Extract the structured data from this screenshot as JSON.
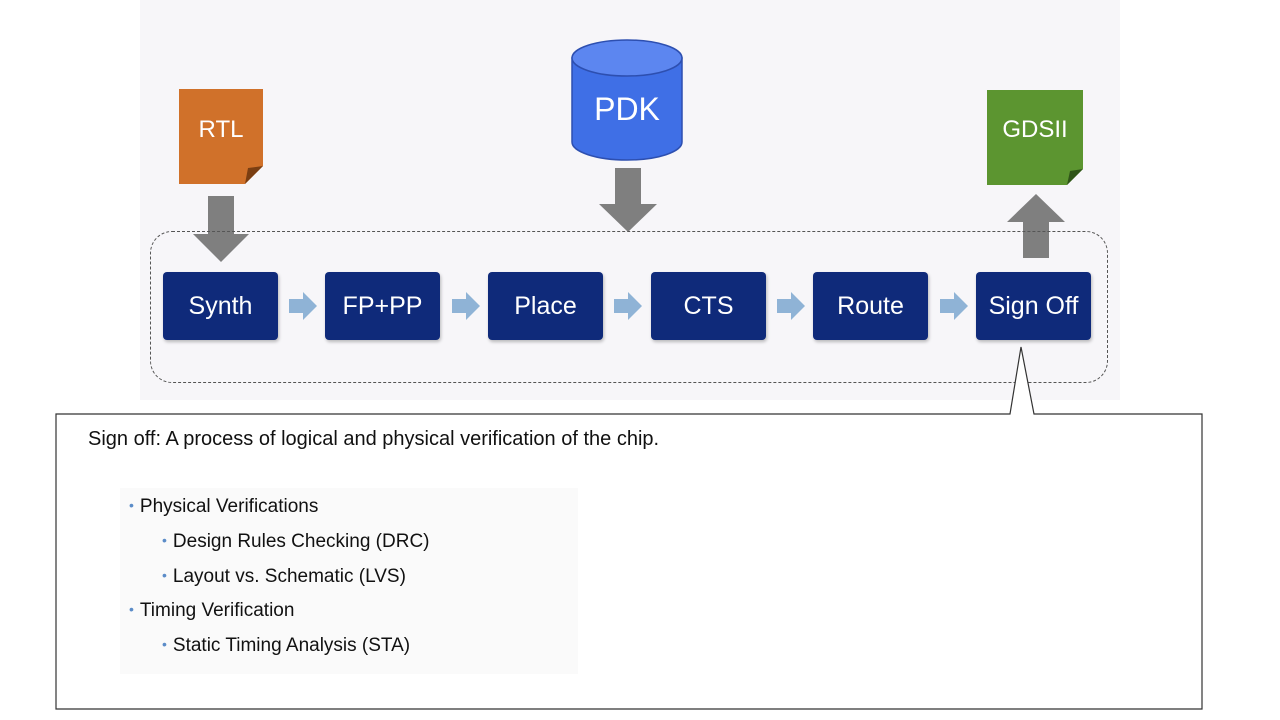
{
  "inputs": {
    "rtl_label": "RTL",
    "pdk_label": "PDK",
    "gdsii_label": "GDSII"
  },
  "stages": [
    "Synth",
    "FP+PP",
    "Place",
    "CTS",
    "Route",
    "Sign Off"
  ],
  "colors": {
    "stage": "#0f2a7a",
    "rtl": "#d0712a",
    "pdk": "#3f6fe6",
    "gdsii": "#5c9530",
    "flow_arrow": "#8fb3d6",
    "io_arrow": "#7f7f7f"
  },
  "callout": {
    "heading": "Sign off: A process of logical and physical verification of the chip.",
    "items": [
      {
        "label": "Physical Verifications",
        "level": 1
      },
      {
        "label": "Design Rules Checking (DRC)",
        "level": 2
      },
      {
        "label": "Layout vs. Schematic (LVS)",
        "level": 2
      },
      {
        "label": "Timing Verification",
        "level": 1
      },
      {
        "label": "Static Timing Analysis (STA)",
        "level": 2
      }
    ]
  }
}
